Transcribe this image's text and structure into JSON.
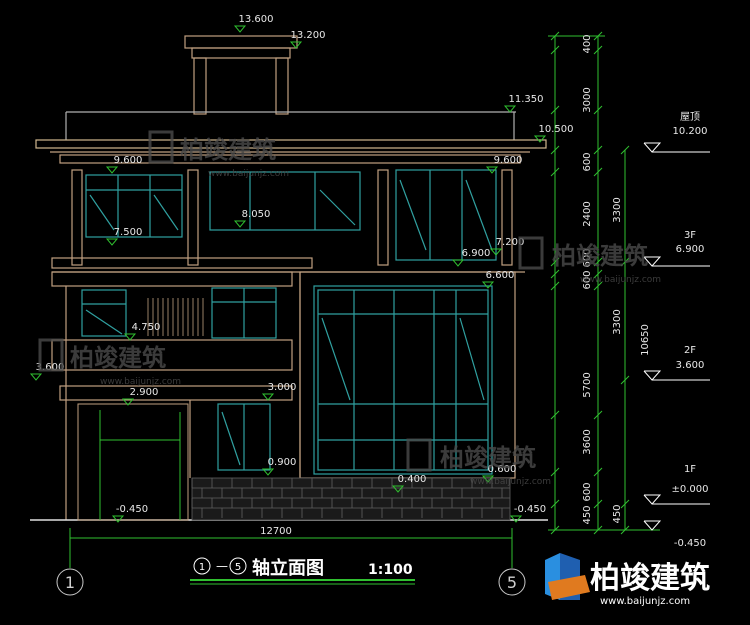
{
  "drawing": {
    "title": "轴立面图",
    "axis_start": "1",
    "axis_end": "5",
    "dash": "—",
    "scale": "1:100",
    "total_width": "12700"
  },
  "elevations": {
    "e13600": "13.600",
    "e13200": "13.200",
    "e11350": "11.350",
    "e10500": "10.500",
    "e9600_l": "9.600",
    "e9600_r": "9.600",
    "e8050": "8.050",
    "e7500": "7.500",
    "e7200": "7.200",
    "e6900": "6.900",
    "e6600": "6.600",
    "e4750": "4.750",
    "e3600": "3.600",
    "e3000": "3.000",
    "e2900": "2.900",
    "e0900": "0.900",
    "e0600": "0.600",
    "e0400": "0.400",
    "em0450_l": "-0.450",
    "em0450_r": "-0.450"
  },
  "right_dims": {
    "col1": [
      "400",
      "3000",
      "600",
      "2400",
      "600",
      "600",
      "5700",
      "450"
    ],
    "col1_extra": [
      "3600",
      "600"
    ],
    "col2": [
      "3300",
      "3300",
      "450"
    ],
    "col3": [
      "10650"
    ]
  },
  "floor_levels": [
    {
      "name": "屋顶",
      "value": "10.200"
    },
    {
      "name": "3F",
      "value": "6.900"
    },
    {
      "name": "2F",
      "value": "3.600"
    },
    {
      "name": "1F",
      "value": "±0.000"
    }
  ],
  "bottom_level": "-0.450",
  "watermark": {
    "brand": "柏竣建筑",
    "url": "www.baijunjz.com"
  },
  "colors": {
    "background": "#000000",
    "wall_line": "#c0a080",
    "window_frame": "#30a0a0",
    "dim_line": "#30c030",
    "text": "#e8e8e8",
    "level_symbol": "#ffffff",
    "brick": "#606060"
  }
}
